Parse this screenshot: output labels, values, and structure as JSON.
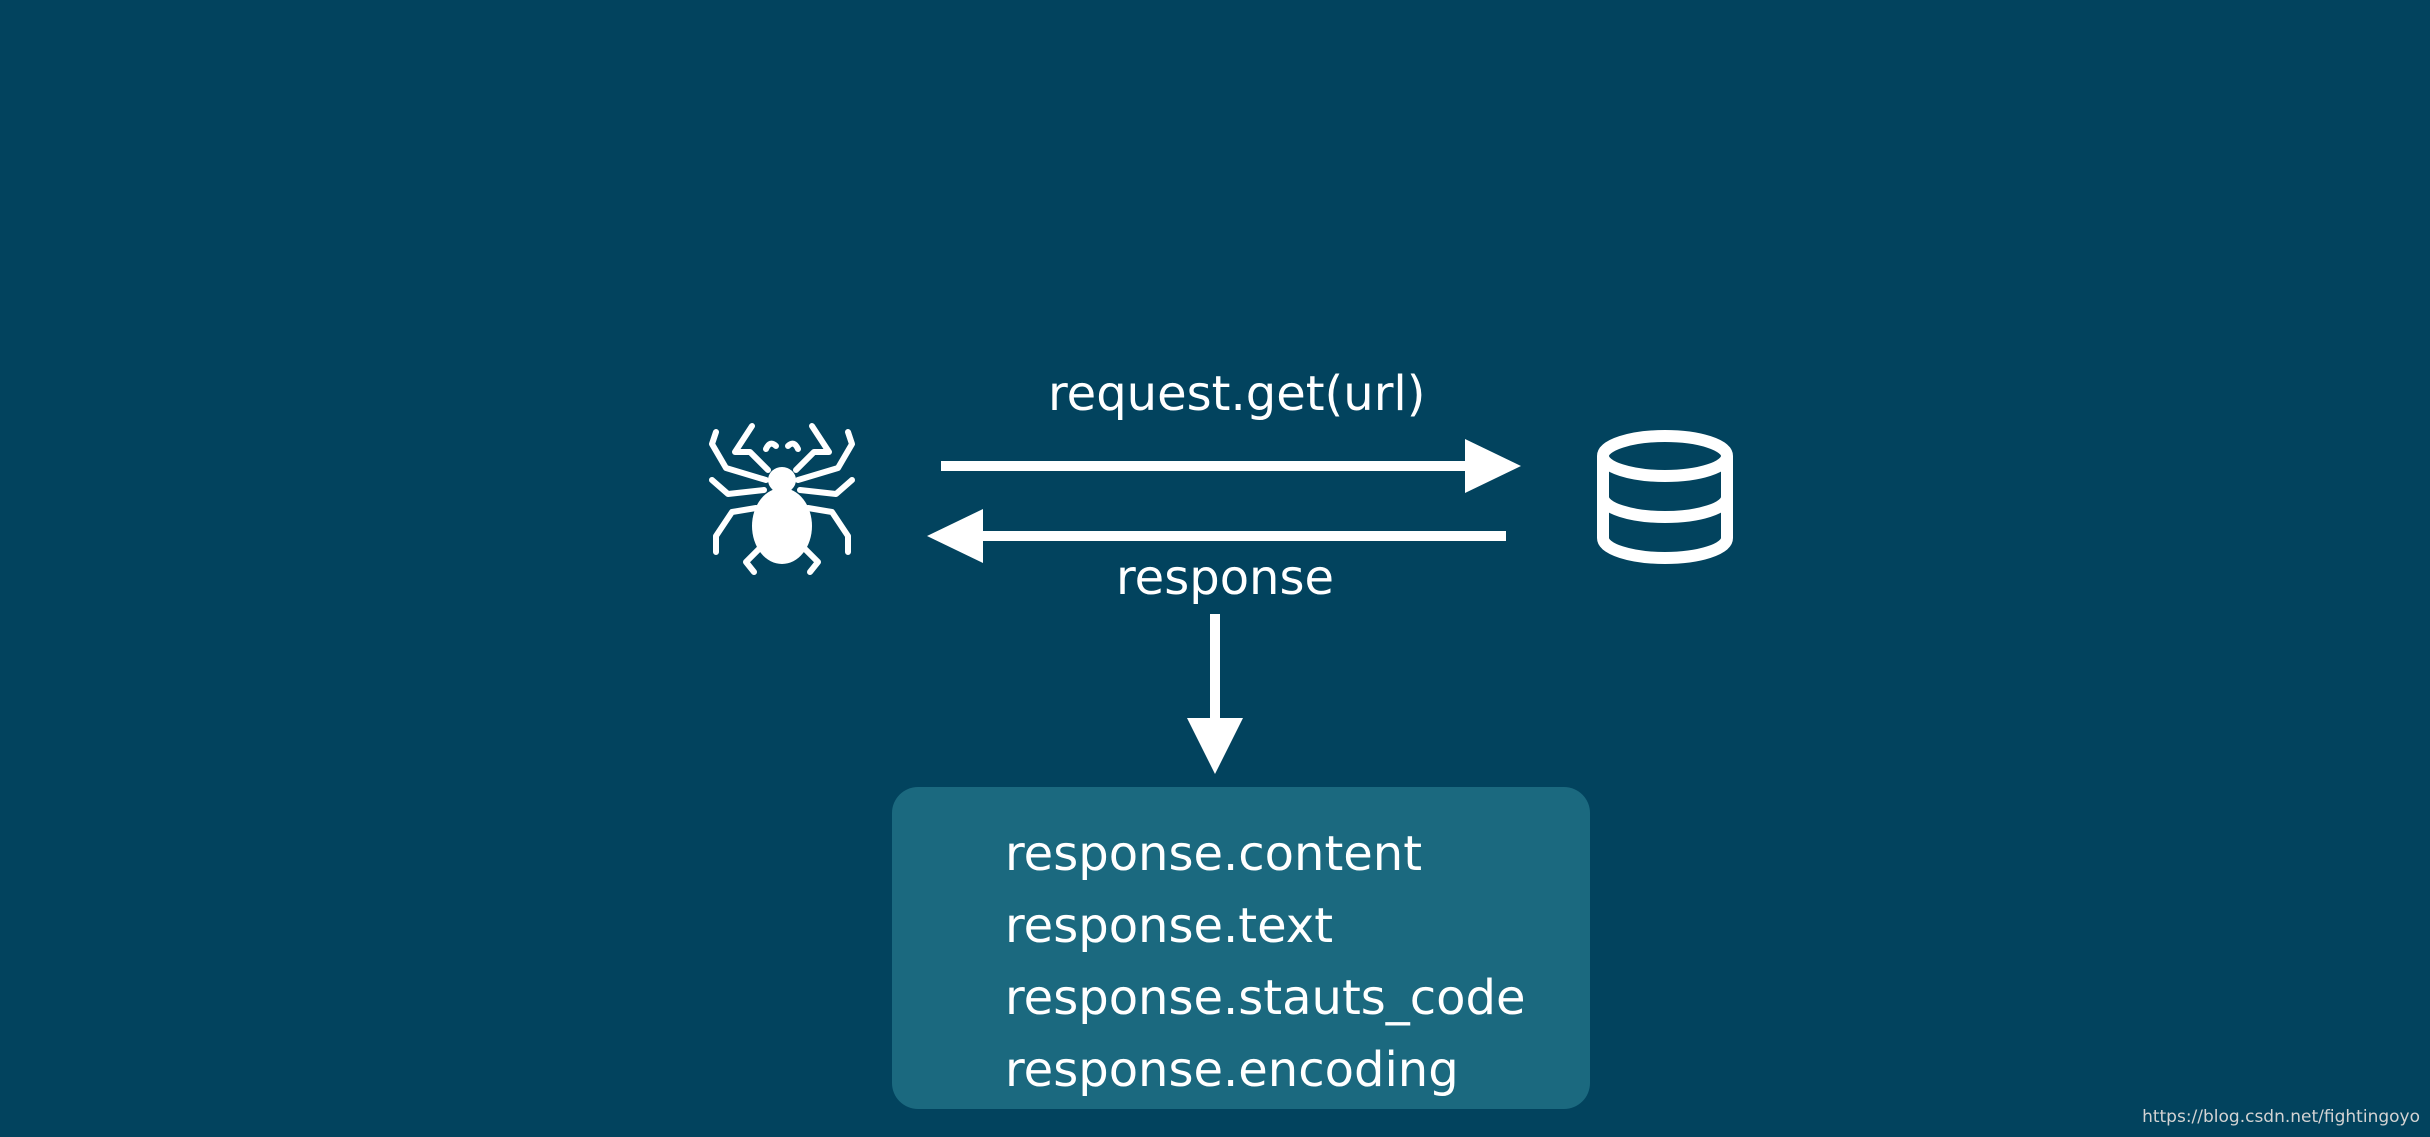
{
  "colors": {
    "background": "#02435E",
    "box": "#1B697F",
    "foreground": "#FFFFFF",
    "watermark": "#D3D3D3"
  },
  "diagram": {
    "client": {
      "icon": "spider-icon"
    },
    "server": {
      "icon": "database-icon"
    },
    "request_label": "request.get(url)",
    "response_label": "response",
    "attributes": [
      "response.content",
      "response.text",
      "response.stauts_code",
      "response.encoding"
    ]
  },
  "watermark": "https://blog.csdn.net/fightingoyo"
}
